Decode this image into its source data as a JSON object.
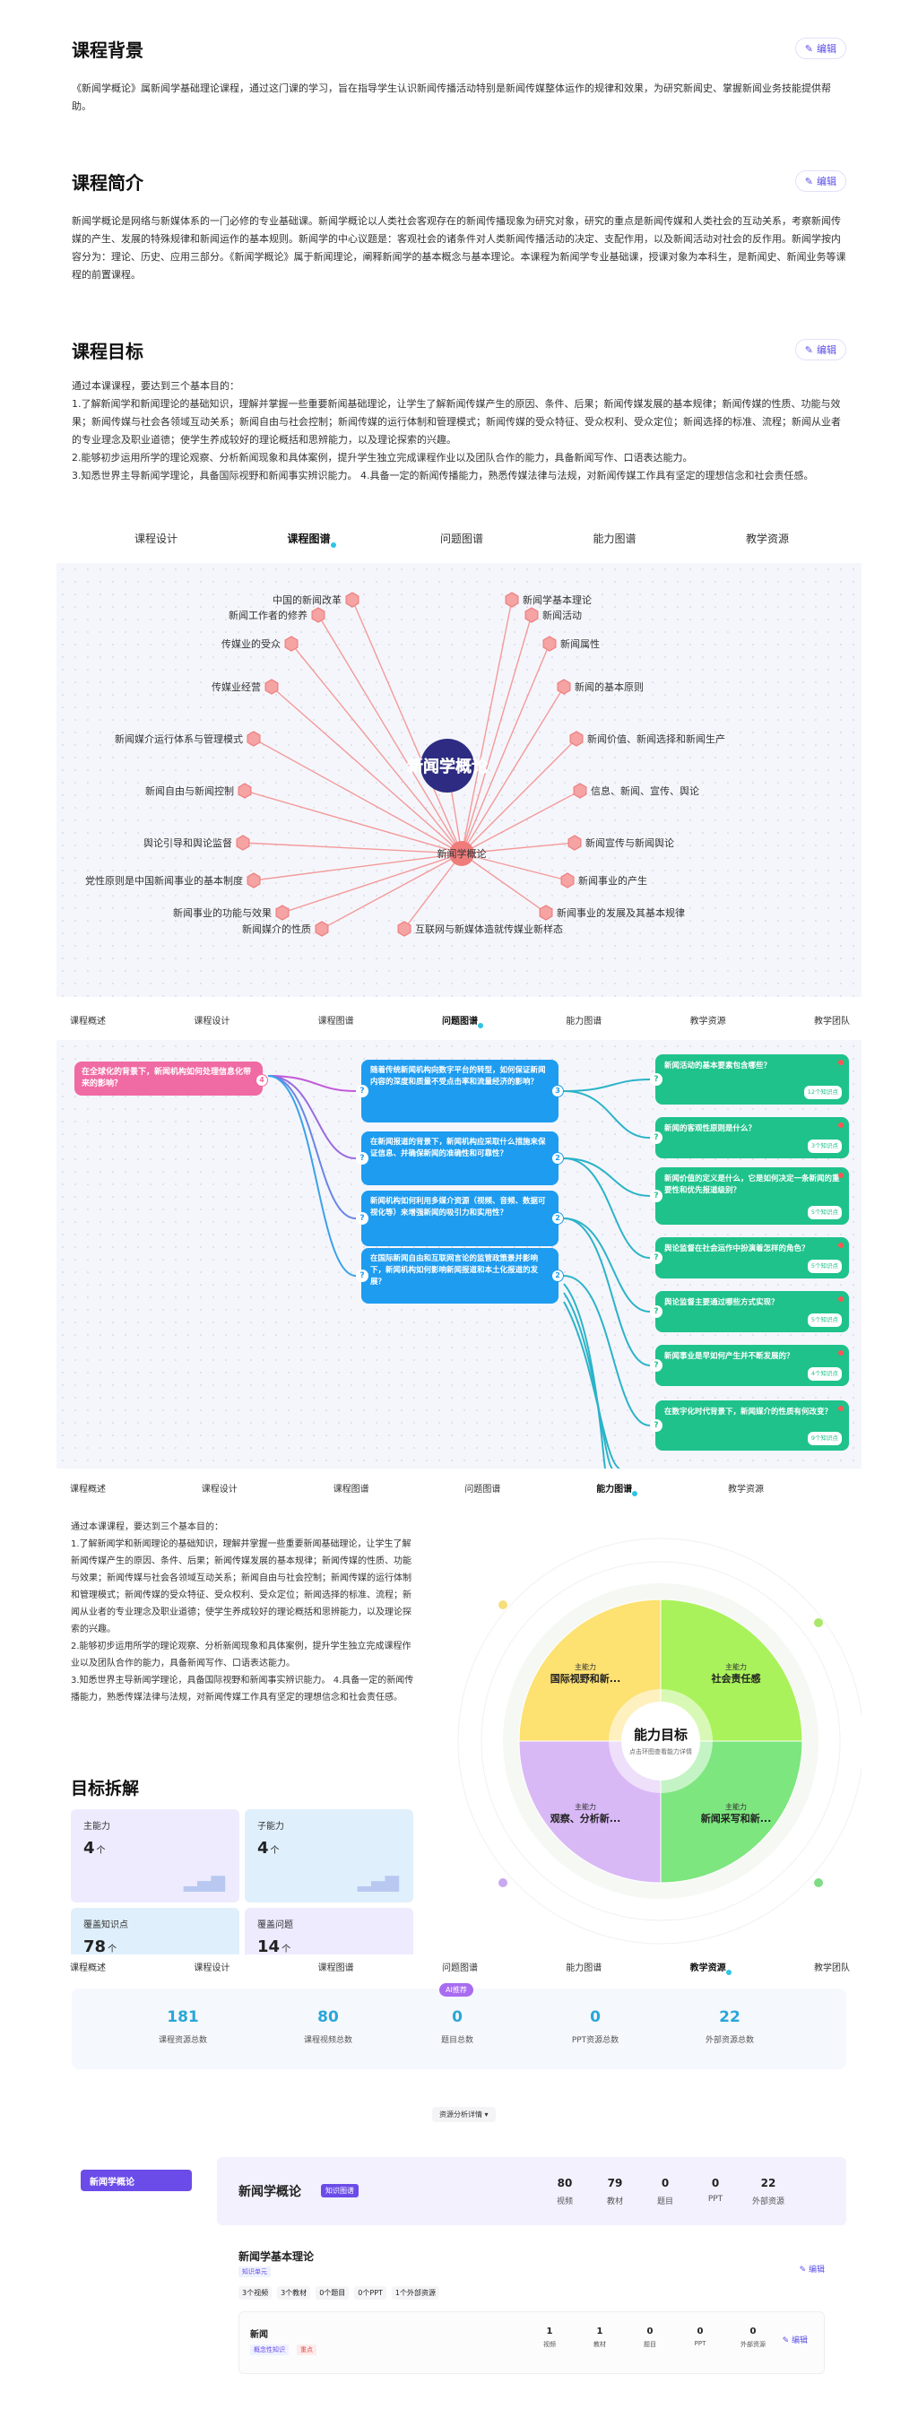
{
  "background": {
    "title": "课程背景",
    "edit": "编辑",
    "text": "《新闻学概论》属新闻学基础理论课程，通过这门课的学习，旨在指导学生认识新闻传播活动特别是新闻传媒整体运作的规律和效果，为研究新闻史、掌握新闻业务技能提供帮助。"
  },
  "intro": {
    "title": "课程简介",
    "edit": "编辑",
    "text": "新闻学概论是网络与新媒体系的一门必修的专业基础课。新闻学概论以人类社会客观存在的新闻传播现象为研究对象，研究的重点是新闻传媒和人类社会的互动关系，考察新闻传媒的产生、发展的特殊规律和新闻运作的基本规则。新闻学的中心议题是：客观社会的诸条件对人类新闻传播活动的决定、支配作用，以及新闻活动对社会的反作用。新闻学按内容分为：理论、历史、应用三部分。《新闻学概论》属于新闻理论，阐释新闻学的基本概念与基本理论。本课程为新闻学专业基础课，授课对象为本科生，是新闻史、新闻业务等课程的前置课程。"
  },
  "goal": {
    "title": "课程目标",
    "edit": "编辑",
    "lines": [
      "通过本课课程，要达到三个基本目的：",
      "1.了解新闻学和新闻理论的基础知识，理解并掌握一些重要新闻基础理论，让学生了解新闻传媒产生的原因、条件、后果；新闻传媒发展的基本规律；新闻传媒的性质、功能与效果；新闻传媒与社会各领域互动关系；新闻自由与社会控制；新闻传媒的运行体制和管理模式；新闻传媒的受众特征、受众权利、受众定位；新闻选择的标准、流程；新闻从业者的专业理念及职业道德；使学生养成较好的理论概括和思辨能力，以及理论探索的兴趣。",
      "2.能够初步运用所学的理论观察、分析新闻现象和具体案例，提升学生独立完成课程作业以及团队合作的能力，具备新闻写作、口语表达能力。",
      "3.知悉世界主导新闻学理论，具备国际视野和新闻事实辨识能力。 4.具备一定的新闻传播能力，熟悉传媒法律与法规，对新闻传媒工作具有坚定的理想信念和社会责任感。"
    ]
  },
  "tabs1": [
    "课程设计",
    "课程图谱",
    "问题图谱",
    "能力图谱",
    "教学资源"
  ],
  "graph": {
    "center": "新闻学概论",
    "hub": "新闻学概论",
    "nodes": [
      "中国的新闻改革",
      "新闻学基本理论",
      "新闻工作者的修养",
      "新闻活动",
      "传媒业的受众",
      "新闻属性",
      "传媒业经营",
      "新闻的基本原则",
      "新闻媒介运行体系与管理模式",
      "新闻价值、新闻选择和新闻生产",
      "新闻自由与新闻控制",
      "信息、新闻、宣传、舆论",
      "舆论引导和舆论监督",
      "新闻宣传与新闻舆论",
      "党性原则是中国新闻事业的基本制度",
      "新闻事业的产生",
      "新闻事业的功能与效果",
      "新闻事业的发展及其基本规律",
      "新闻媒介的性质",
      "互联网与新媒体造就传媒业新样态"
    ]
  },
  "tabs2": [
    "课程概述",
    "课程设计",
    "课程图谱",
    "问题图谱",
    "能力图谱",
    "教学资源",
    "教学团队"
  ],
  "qmap": {
    "root": "在全球化的背景下，新闻机构如何处理信息化带来的影响？",
    "root_count": "4",
    "mid": [
      {
        "t": "随着传统新闻机构向数字平台的转型，如何保证新闻内容的深度和质量不受点击率和流量经济的影响？",
        "c": "3"
      },
      {
        "t": "在新闻报道的背景下，新闻机构应采取什么措施来保证信息、并确保新闻的准确性和可靠性？",
        "c": "2"
      },
      {
        "t": "新闻机构如何利用多媒介资源（视频、音频、数据可视化等）来增强新闻的吸引力和实用性？",
        "c": "2"
      },
      {
        "t": "在国际新闻自由和互联网言论的监管政策景并影响下，新闻机构如何影响新闻报道和本土化报道的发展？",
        "c": "2"
      }
    ],
    "leaf": [
      {
        "t": "新闻活动的基本要素包含哪些？",
        "k": "12个知识点"
      },
      {
        "t": "新闻的客观性原则是什么？",
        "k": "3个知识点"
      },
      {
        "t": "新闻价值的定义是什么，它是如何决定一条新闻的重要性和优先报道级别？",
        "k": "5个知识点"
      },
      {
        "t": "舆论监督在社会运作中扮演着怎样的角色？",
        "k": "5个知识点"
      },
      {
        "t": "舆论监督主要通过哪些方式实现？",
        "k": "5个知识点"
      },
      {
        "t": "新闻事业是早如何产生并不断发展的？",
        "k": "4个知识点"
      },
      {
        "t": "在数字化时代背景下，新闻媒介的性质有何改变？",
        "k": "9个知识点"
      }
    ]
  },
  "tabs3": [
    "课程概述",
    "课程设计",
    "课程图谱",
    "问题图谱",
    "能力图谱",
    "教学资源"
  ],
  "ability": {
    "lines": [
      "通过本课课程，要达到三个基本目的：",
      "1.了解新闻学和新闻理论的基础知识，理解并掌握一些重要新闻基础理论，让学生了解新闻传媒产生的原因、条件、后果；新闻传媒发展的基本规律；新闻传媒的性质、功能与效果；新闻传媒与社会各领域互动关系；新闻自由与社会控制；新闻传媒的运行体制和管理模式；新闻传媒的受众特征、受众权利、受众定位；新闻选择的标准、流程；新闻从业者的专业理念及职业道德；使学生养成较好的理论概括和思辨能力，以及理论探索的兴趣。",
      "2.能够初步运用所学的理论观察、分析新闻现象和具体案例，提升学生独立完成课程作业以及团队合作的能力，具备新闻写作、口语表达能力。",
      "3.知悉世界主导新闻学理论，具备国际视野和新闻事实辨识能力。 4.具备一定的新闻传播能力，熟悉传媒法律与法规，对新闻传媒工作具有坚定的理想信念和社会责任感。"
    ],
    "breakdown_title": "目标拆解",
    "cards": [
      {
        "l": "主能力",
        "v": "4",
        "u": "个"
      },
      {
        "l": "子能力",
        "v": "4",
        "u": "个"
      },
      {
        "l": "覆盖知识点",
        "v": "78",
        "u": "个"
      },
      {
        "l": "覆盖问题",
        "v": "14",
        "u": "个"
      }
    ],
    "wheel_center": "能力目标",
    "wheel_sub": "点击环图查看能力详情",
    "quads": [
      {
        "k": "主能力",
        "t": "国际视野和新..."
      },
      {
        "k": "主能力",
        "t": "社会责任感"
      },
      {
        "k": "主能力",
        "t": "观察、分析新..."
      },
      {
        "k": "主能力",
        "t": "新闻采写和新..."
      }
    ]
  },
  "tabs4": [
    "课程概述",
    "课程设计",
    "课程图谱",
    "问题图谱",
    "能力图谱",
    "教学资源",
    "教学团队"
  ],
  "resources": {
    "stats": [
      {
        "n": "181",
        "l": "课程资源总数"
      },
      {
        "n": "80",
        "l": "课程视频总数"
      },
      {
        "n": "0",
        "l": "题目总数"
      },
      {
        "n": "0",
        "l": "PPT资源总数"
      },
      {
        "n": "22",
        "l": "外部资源总数"
      }
    ],
    "ai_badge": "AI推荐",
    "dropdown": "资源分析详情",
    "side_item": "新闻学概论",
    "course": {
      "title": "新闻学概论",
      "tag": "知识图谱",
      "stats": [
        {
          "n": "80",
          "l": "视频"
        },
        {
          "n": "79",
          "l": "教材"
        },
        {
          "n": "0",
          "l": "题目"
        },
        {
          "n": "0",
          "l": "PPT"
        },
        {
          "n": "22",
          "l": "外部资源"
        }
      ]
    },
    "unit": {
      "title": "新闻学基本理论",
      "tag": "知识单元",
      "edit": "编辑",
      "chips": [
        "3个视频",
        "3个教材",
        "0个题目",
        "0个PPT",
        "1个外部资源"
      ]
    },
    "point": {
      "title": "新闻",
      "tag1": "概念性知识",
      "tag2": "重点",
      "edit": "编辑",
      "stats": [
        {
          "n": "1",
          "l": "视频"
        },
        {
          "n": "1",
          "l": "教材"
        },
        {
          "n": "0",
          "l": "题目"
        },
        {
          "n": "0",
          "l": "PPT"
        },
        {
          "n": "0",
          "l": "外部资源"
        }
      ]
    }
  }
}
